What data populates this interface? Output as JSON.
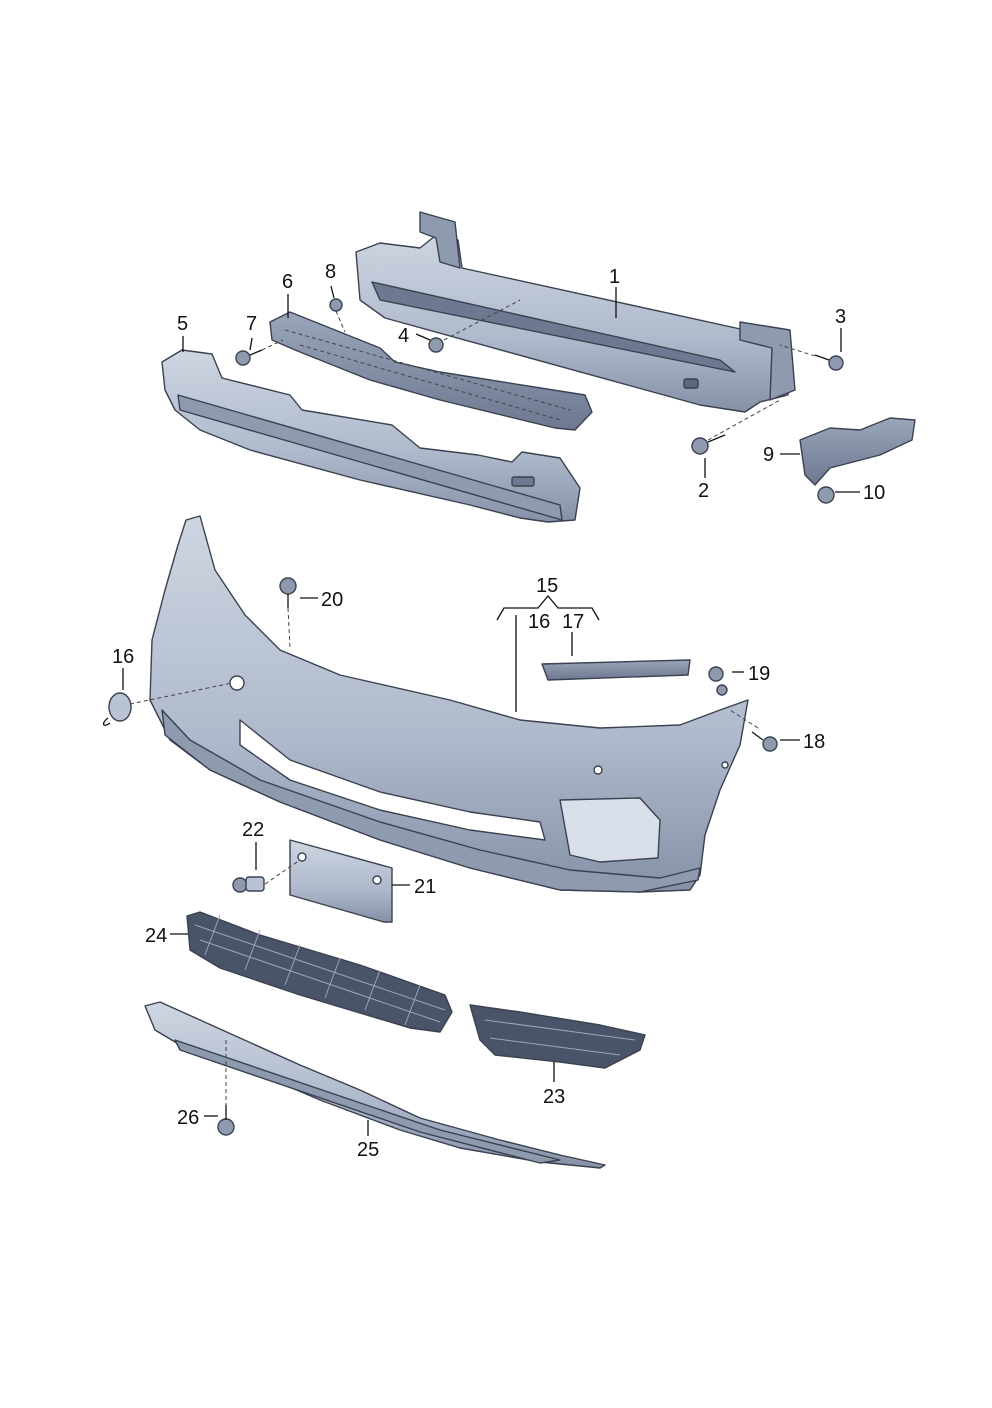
{
  "callouts": {
    "c1": "1",
    "c2": "2",
    "c3": "3",
    "c4": "4",
    "c5": "5",
    "c6": "6",
    "c7": "7",
    "c8": "8",
    "c9": "9",
    "c10": "10",
    "c15": "15",
    "c16a": "16",
    "c16b": "16",
    "c17": "17",
    "c18": "18",
    "c19": "19",
    "c20": "20",
    "c21": "21",
    "c22": "22",
    "c23": "23",
    "c24": "24",
    "c25": "25",
    "c26": "26"
  },
  "colors": {
    "part_fill": "#b9c3d3",
    "part_shadow": "#8e9aae",
    "part_dark": "#5c6780",
    "line": "#111111"
  }
}
